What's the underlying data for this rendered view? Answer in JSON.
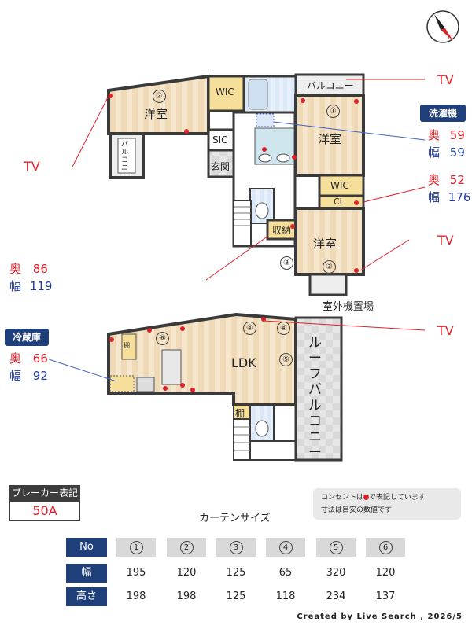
{
  "floor_plan": {
    "upper": {
      "rooms": {
        "western_2": "洋室",
        "wic_top": "WIC",
        "balcony_top": "バルコニー",
        "balcony_left": "バルコニー",
        "western_1": "洋室",
        "sic": "SIC",
        "entrance": "玄関",
        "wic_right": "WIC",
        "closet": "CL",
        "storage": "収納",
        "western_3": "洋室"
      },
      "outdoor_unit": "室外機置場",
      "circle_labels": [
        "①",
        "②",
        "③",
        "③"
      ]
    },
    "lower": {
      "rooms": {
        "ldk": "LDK",
        "roof_balcony": "ルーフバルコニー",
        "shelf_small": "棚",
        "shelf_bottom": "棚"
      },
      "circle_labels": [
        "④",
        "④",
        "⑤",
        "⑥"
      ]
    }
  },
  "annotations": {
    "tv_labels": [
      "TV",
      "TV",
      "TV",
      "TV"
    ],
    "washer": {
      "tag": "洗濯機",
      "depth_label": "奥",
      "depth": "59",
      "width_label": "幅",
      "width": "59"
    },
    "wic_dims": {
      "depth_label": "奥",
      "depth": "52",
      "width_label": "幅",
      "width": "176"
    },
    "storage_dims": {
      "depth_label": "奥",
      "depth": "86",
      "width_label": "幅",
      "width": "119"
    },
    "fridge": {
      "tag": "冷蔵庫",
      "depth_label": "奥",
      "depth": "66",
      "width_label": "幅",
      "width": "92"
    }
  },
  "breaker": {
    "title": "ブレーカー表記",
    "value": "50A"
  },
  "note": {
    "line1_a": "コンセントは",
    "line1_b": "で表記しています",
    "line2": "寸法は目安の数値です"
  },
  "curtain": {
    "title": "カーテンサイズ",
    "headers": {
      "no": "No",
      "width": "幅",
      "height": "高さ"
    },
    "columns": [
      {
        "no": "1",
        "width": "195",
        "height": "198"
      },
      {
        "no": "2",
        "width": "120",
        "height": "198"
      },
      {
        "no": "3",
        "width": "125",
        "height": "125"
      },
      {
        "no": "4",
        "width": "65",
        "height": "118"
      },
      {
        "no": "5",
        "width": "320",
        "height": "234"
      },
      {
        "no": "6",
        "width": "120",
        "height": "137"
      }
    ]
  },
  "credit": "Created by Live Search , 2026/5",
  "colors": {
    "accent_red": "#e0202a",
    "accent_navy": "#1f3f7a",
    "depth_blue": "#1f3aa0",
    "room_beige": "#f4e2c8",
    "yellow_room": "#f6df9a"
  }
}
